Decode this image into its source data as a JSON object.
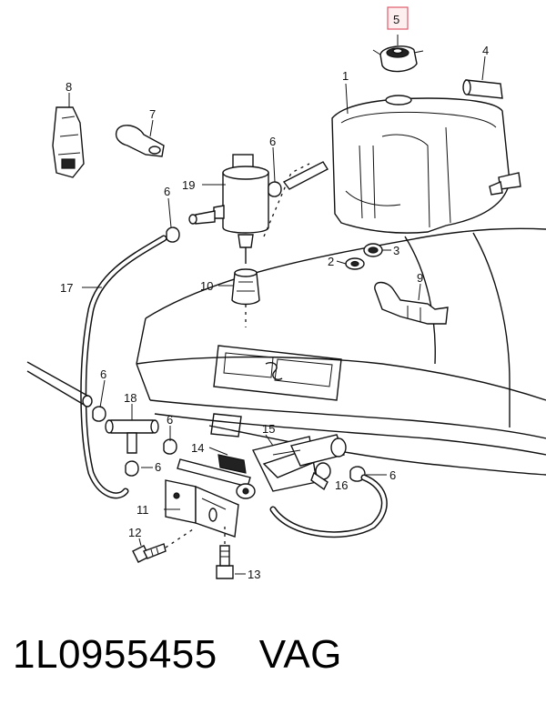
{
  "callouts": {
    "c1": "1",
    "c2": "2",
    "c3": "3",
    "c4": "4",
    "c5": "5",
    "c6a": "6",
    "c6b": "6",
    "c6c": "6",
    "c6d": "6",
    "c6e": "6",
    "c6f": "6",
    "c7": "7",
    "c8": "8",
    "c9": "9",
    "c10": "10",
    "c11": "11",
    "c12": "12",
    "c13": "13",
    "c14": "14",
    "c15": "15",
    "c16": "16",
    "c17": "17",
    "c18": "18",
    "c19": "19"
  },
  "highlight": {
    "callout": "5",
    "color": "#e05a6a"
  },
  "footer": {
    "part_number": "1L0955455",
    "brand": "VAG"
  }
}
